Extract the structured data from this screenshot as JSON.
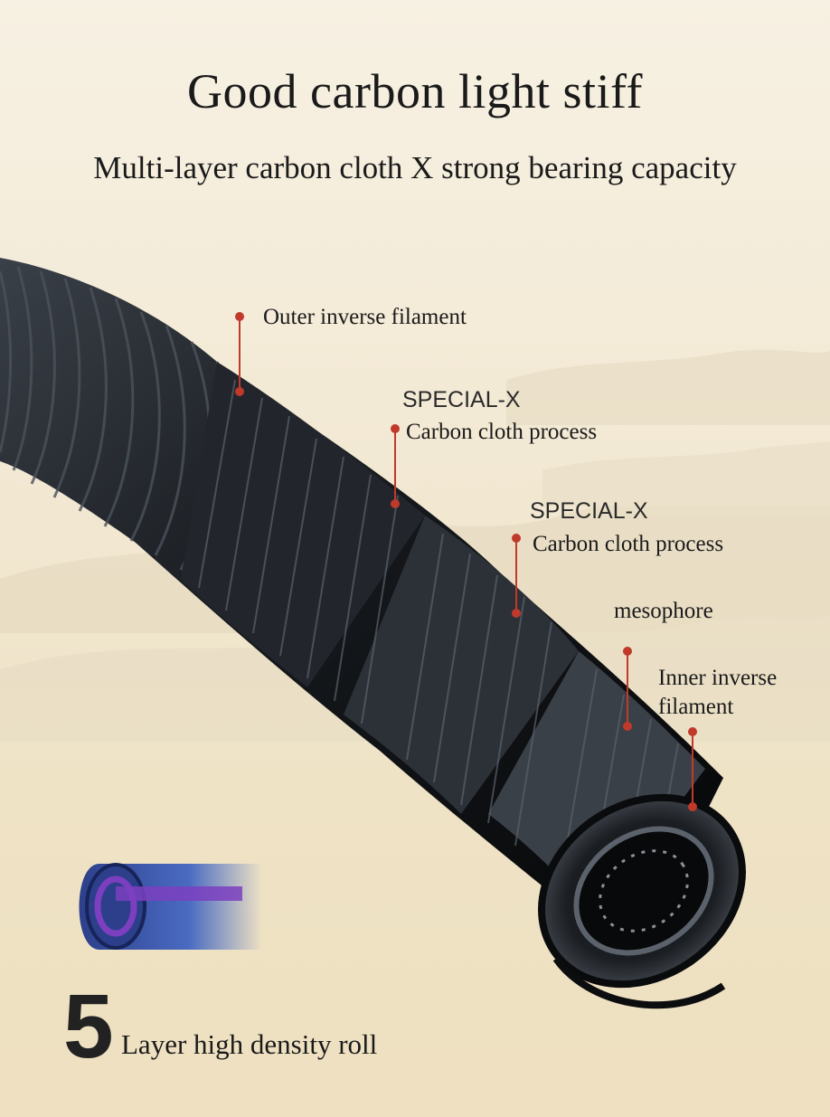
{
  "heading": {
    "title": "Good carbon light stiff",
    "subtitle": "Multi-layer carbon cloth X strong bearing capacity"
  },
  "callouts": {
    "outer": "Outer inverse filament",
    "special_x_1": "SPECIAL-X",
    "carbon_cloth_1": "Carbon cloth process",
    "special_x_2": "SPECIAL-X",
    "carbon_cloth_2": "Carbon cloth process",
    "mesophore": "mesophore",
    "inner_line1": "Inner inverse",
    "inner_line2": "filament"
  },
  "layers": {
    "count": "5",
    "label": "Layer high density roll"
  },
  "colors": {
    "accent": "#c0392b",
    "background": "#f2e8d2",
    "carbon": "#1c1f24",
    "roll_purple": "#7b3fbf"
  }
}
